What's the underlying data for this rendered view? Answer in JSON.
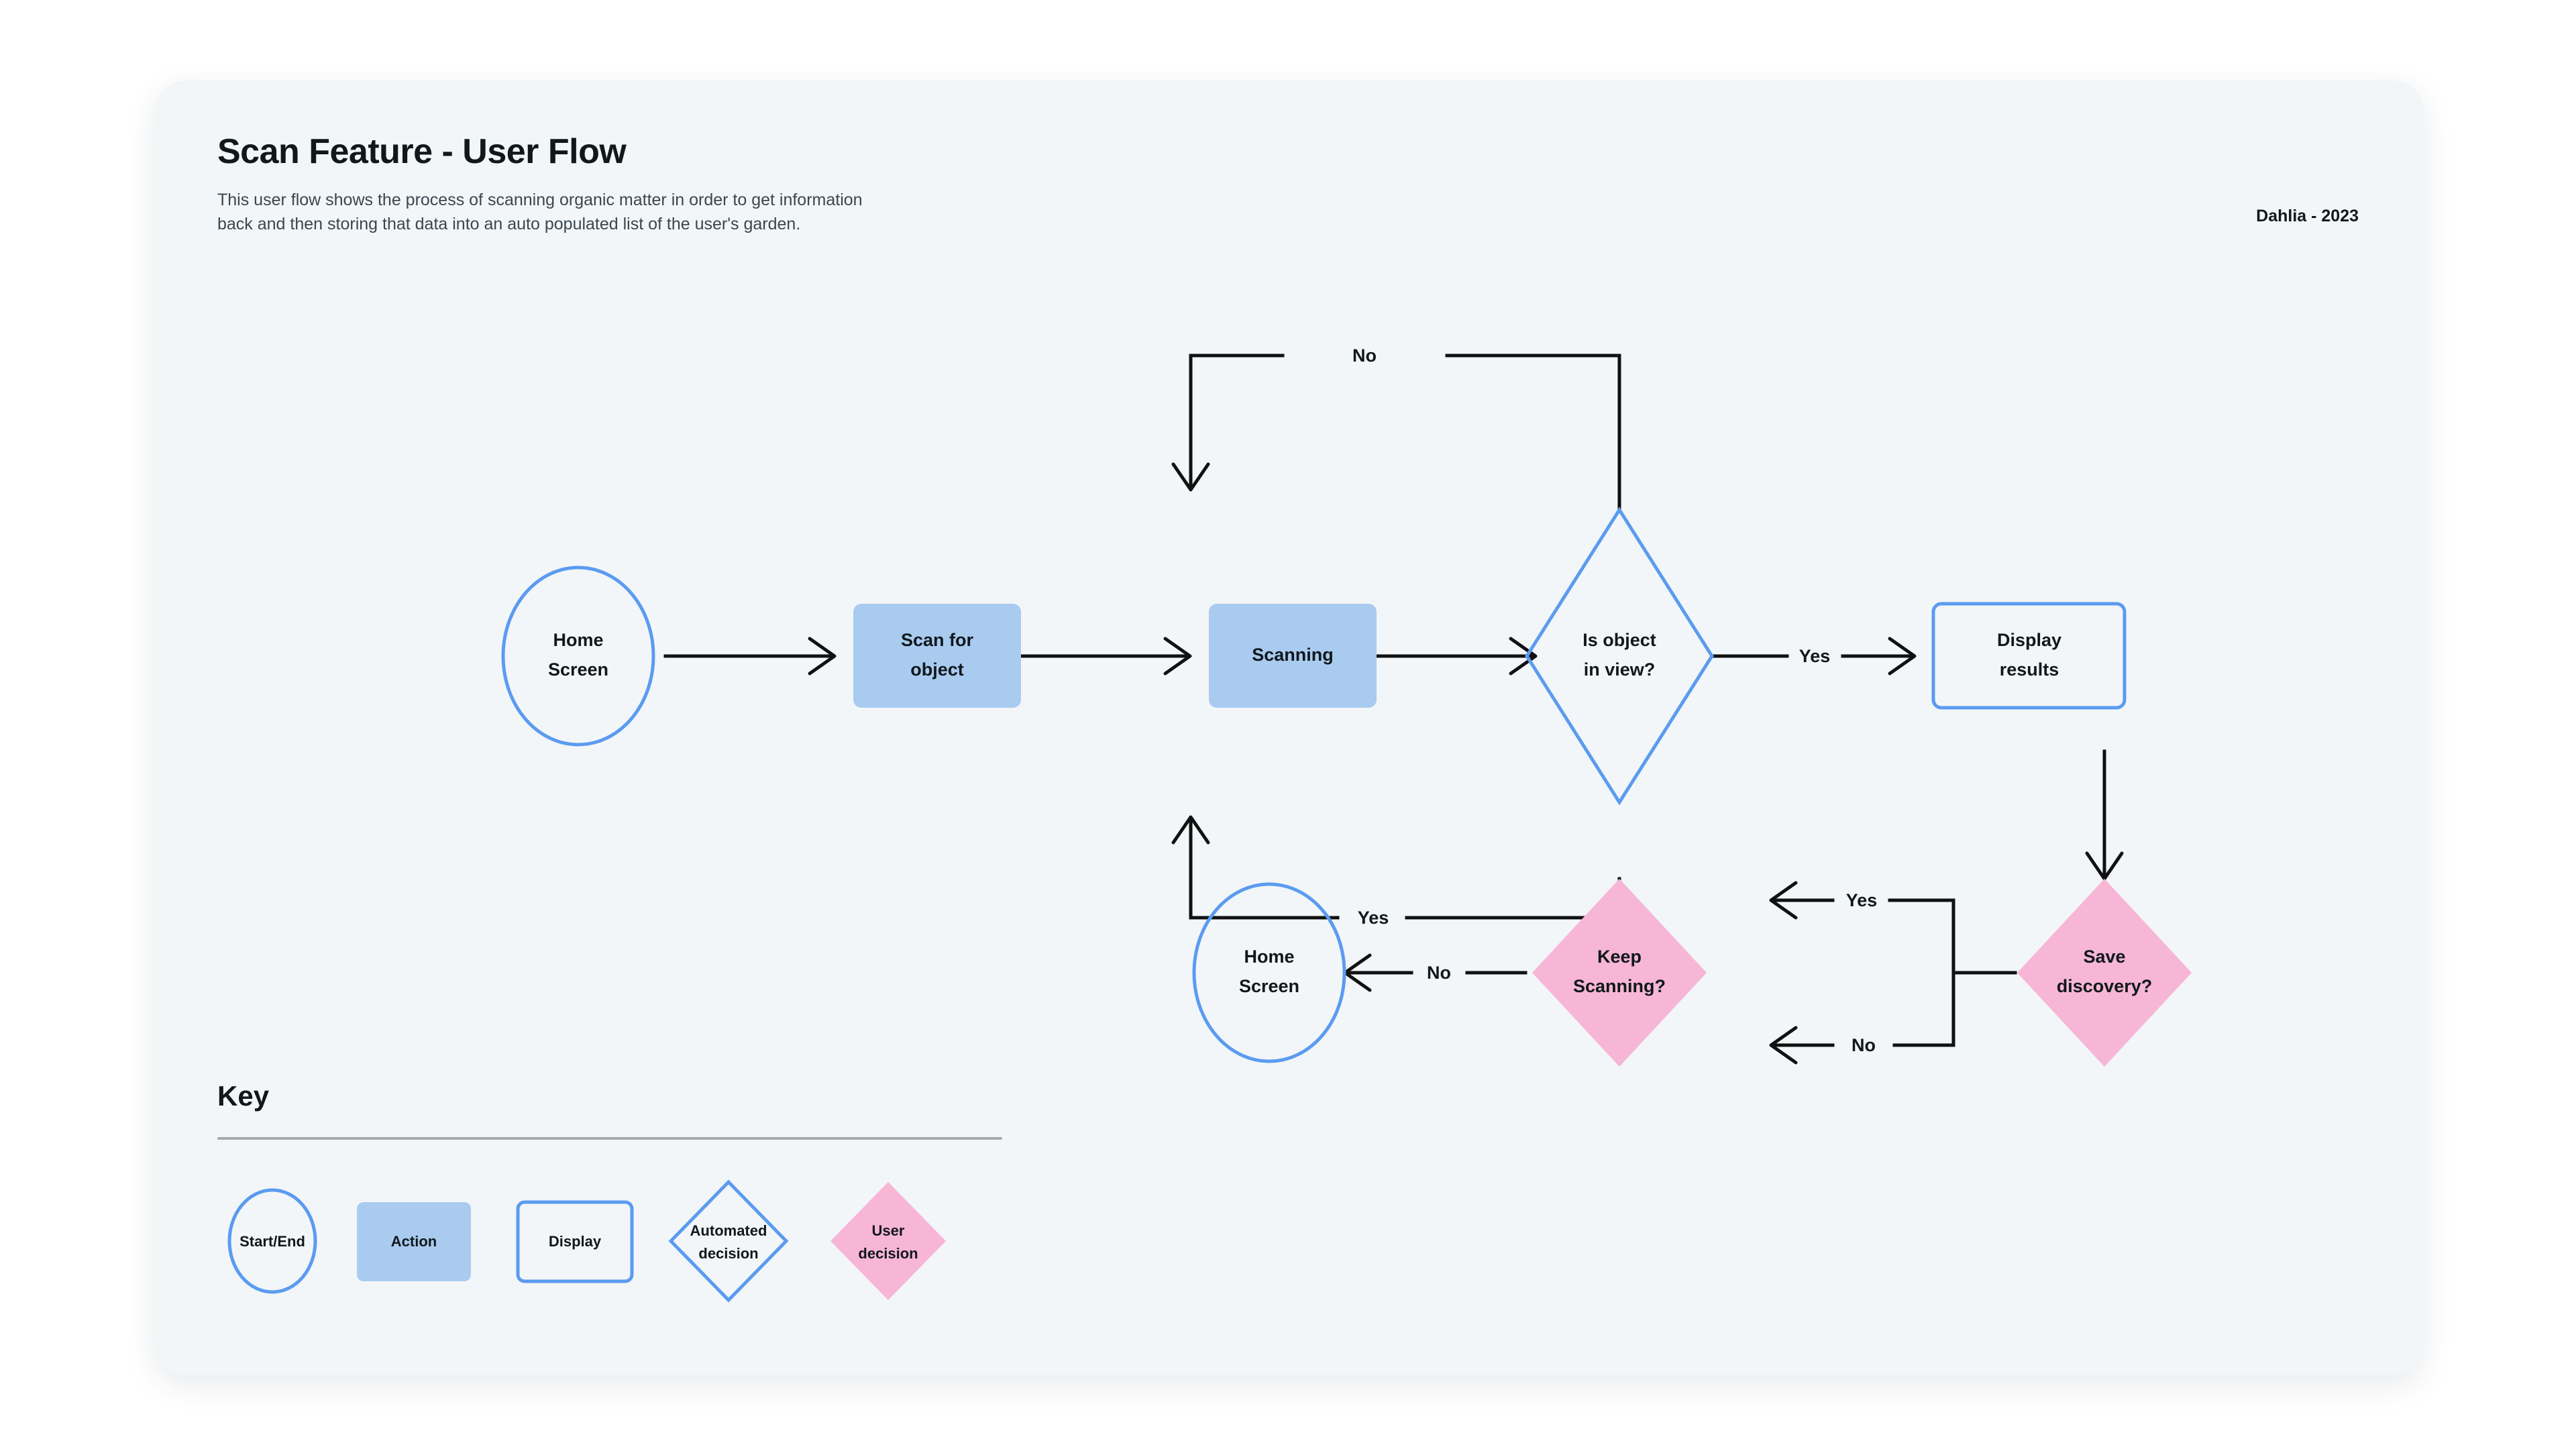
{
  "header": {
    "title": "Scan Feature - User Flow",
    "subtitle": "This user flow shows the process of scanning organic matter in order to get information\nback and then storing that data into an auto populated list of the user's garden.",
    "credit": "Dahlia - 2023"
  },
  "colors": {
    "page_background": "#ffffff",
    "card_background": "#f2f6f8",
    "accent_blue": "#5b9bf0",
    "action_fill": "#a9cbf0",
    "user_decision_fill": "#f7b6d5",
    "connector": "#111111",
    "divider": "#a9a9a9",
    "text": "#11181c"
  },
  "flow": {
    "nodes": [
      {
        "id": "home-screen-start",
        "label": "Home\nScreen",
        "type": "start-end"
      },
      {
        "id": "scan-for-object",
        "label": "Scan for\nobject",
        "type": "action"
      },
      {
        "id": "scanning",
        "label": "Scanning",
        "type": "action"
      },
      {
        "id": "is-object-in-view",
        "label": "Is object\nin view?",
        "type": "automated-decision"
      },
      {
        "id": "display-results",
        "label": "Display\nresults",
        "type": "display"
      },
      {
        "id": "save-discovery",
        "label": "Save\ndiscovery?",
        "type": "user-decision"
      },
      {
        "id": "keep-scanning",
        "label": "Keep\nScanning?",
        "type": "user-decision"
      },
      {
        "id": "home-screen-end",
        "label": "Home\nScreen",
        "type": "start-end"
      }
    ],
    "edges": [
      {
        "id": "home-to-scan",
        "from": "home-screen-start",
        "to": "scan-for-object",
        "label": ""
      },
      {
        "id": "scan-to-scanning",
        "from": "scan-for-object",
        "to": "scanning",
        "label": ""
      },
      {
        "id": "scanning-to-decision",
        "from": "scanning",
        "to": "is-object-in-view",
        "label": ""
      },
      {
        "id": "decision-no-loop",
        "from": "is-object-in-view",
        "to": "scanning",
        "label": "No"
      },
      {
        "id": "decision-yes-to-display",
        "from": "is-object-in-view",
        "to": "display-results",
        "label": "Yes"
      },
      {
        "id": "display-to-save",
        "from": "display-results",
        "to": "save-discovery",
        "label": ""
      },
      {
        "id": "save-yes-to-keep",
        "from": "save-discovery",
        "to": "keep-scanning",
        "label": "Yes"
      },
      {
        "id": "save-no-to-keep",
        "from": "save-discovery",
        "to": "keep-scanning",
        "label": "No"
      },
      {
        "id": "keep-yes-to-scanning",
        "from": "keep-scanning",
        "to": "scanning",
        "label": "Yes"
      },
      {
        "id": "keep-no-to-home",
        "from": "keep-scanning",
        "to": "home-screen-end",
        "label": "No"
      }
    ]
  },
  "key": {
    "heading": "Key",
    "items": [
      {
        "id": "key-start-end",
        "label": "Start/End",
        "shape": "circle",
        "style": "outline-blue"
      },
      {
        "id": "key-action",
        "label": "Action",
        "shape": "rounded-rect",
        "style": "filled-blue"
      },
      {
        "id": "key-display",
        "label": "Display",
        "shape": "rounded-rect",
        "style": "outline-blue"
      },
      {
        "id": "key-automated-decision",
        "label": "Automated\ndecision",
        "shape": "diamond",
        "style": "outline-blue"
      },
      {
        "id": "key-user-decision",
        "label": "User\ndecision",
        "shape": "diamond",
        "style": "filled-pink"
      }
    ]
  }
}
